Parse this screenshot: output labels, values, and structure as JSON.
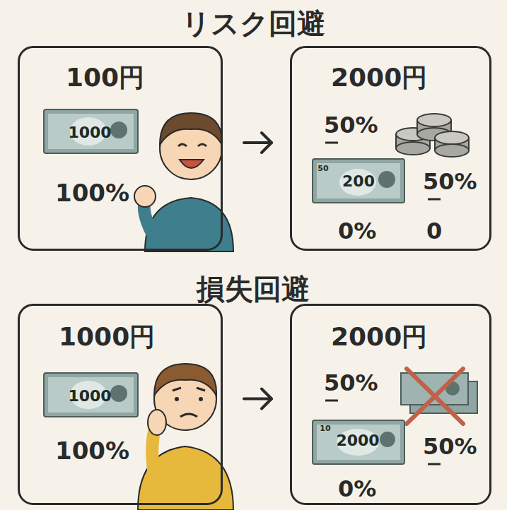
{
  "diagram": {
    "title": "リスク回避",
    "nodes": [
      {
        "text": [
          "100円",
          "100%"
        ]
      },
      {
        "text": [
          "2000円",
          "50%",
          "50%",
          "0%",
          "0"
        ]
      },
      {
        "text": [
          "1000円",
          "100%"
        ]
      },
      {
        "text": [
          "2000円",
          "50%",
          "50%",
          "0%"
        ]
      }
    ],
    "edges": [
      {
        "from": 0,
        "to": 1,
        "arrow": "to"
      },
      {
        "from": 2,
        "to": 3,
        "arrow": "to"
      }
    ],
    "labels": [
      "損失回避",
      "1000",
      "50",
      "200",
      "1000",
      "10",
      "2000"
    ]
  }
}
